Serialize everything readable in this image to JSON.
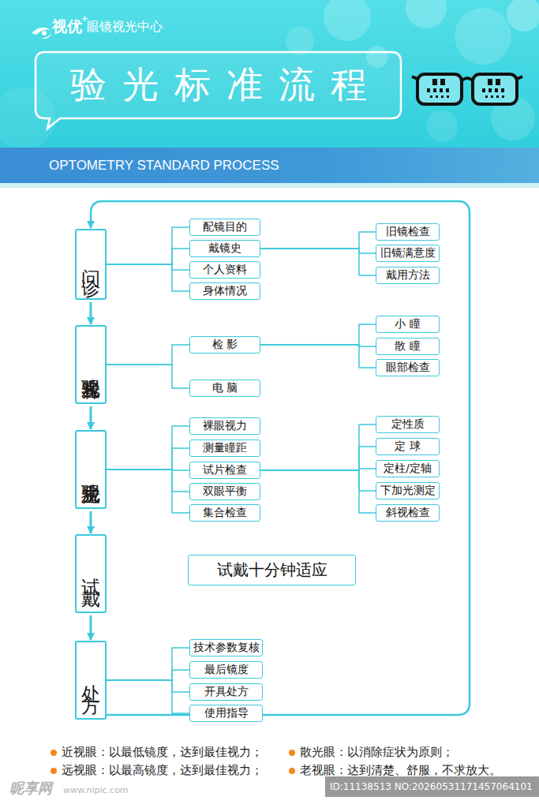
{
  "diagram": {
    "title": "验光标准流程",
    "nodes": [
      {
        "text": [
          "OPTOMETRY STANDARD PROCESS"
        ]
      },
      {
        "text": [
          "问诊"
        ]
      },
      {
        "text": [
          "配镜目的"
        ]
      },
      {
        "text": [
          "戴镜史"
        ]
      },
      {
        "text": [
          "个人资料"
        ]
      },
      {
        "text": [
          "身体情况"
        ]
      },
      {
        "text": [
          "旧镜检查"
        ]
      },
      {
        "text": [
          "旧镜满意度"
        ]
      },
      {
        "text": [
          "戴用方法"
        ]
      },
      {
        "text": [
          "客观验光"
        ]
      },
      {
        "text": [
          "检 影"
        ]
      },
      {
        "text": [
          "电 脑"
        ]
      },
      {
        "text": [
          "小 瞳"
        ]
      },
      {
        "text": [
          "散 瞳"
        ]
      },
      {
        "text": [
          "眼部检查"
        ]
      },
      {
        "text": [
          "主观验光"
        ]
      },
      {
        "text": [
          "裸眼视力"
        ]
      },
      {
        "text": [
          "测量瞳距"
        ]
      },
      {
        "text": [
          "试片检查"
        ]
      },
      {
        "text": [
          "双眼平衡"
        ]
      },
      {
        "text": [
          "集合检查"
        ]
      },
      {
        "text": [
          "定性质"
        ]
      },
      {
        "text": [
          "定 球"
        ]
      },
      {
        "text": [
          "定柱/定轴"
        ]
      },
      {
        "text": [
          "下加光测定"
        ]
      },
      {
        "text": [
          "斜视检查"
        ]
      },
      {
        "text": [
          "试戴"
        ]
      },
      {
        "text": [
          "试戴十分钟适应"
        ]
      },
      {
        "text": [
          "处方"
        ]
      },
      {
        "text": [
          "技术参数复核"
        ]
      },
      {
        "text": [
          "最后镜度"
        ]
      },
      {
        "text": [
          "开具处方"
        ]
      },
      {
        "text": [
          "使用指导"
        ]
      }
    ],
    "edges": [
      {
        "from": 1,
        "to": 9,
        "arrow": "to"
      },
      {
        "from": 9,
        "to": 15,
        "arrow": "to"
      },
      {
        "from": 15,
        "to": 26,
        "arrow": "to"
      },
      {
        "from": 26,
        "to": 28,
        "arrow": "to"
      },
      {
        "from": 28,
        "to": 1,
        "arrow": "to"
      },
      {
        "from": 1,
        "to": 2,
        "arrow": "none"
      },
      {
        "from": 1,
        "to": 3,
        "arrow": "none"
      },
      {
        "from": 1,
        "to": 4,
        "arrow": "none"
      },
      {
        "from": 1,
        "to": 5,
        "arrow": "none"
      },
      {
        "from": 3,
        "to": 6,
        "arrow": "none"
      },
      {
        "from": 3,
        "to": 7,
        "arrow": "none"
      },
      {
        "from": 3,
        "to": 8,
        "arrow": "none"
      },
      {
        "from": 9,
        "to": 10,
        "arrow": "none"
      },
      {
        "from": 9,
        "to": 11,
        "arrow": "none"
      },
      {
        "from": 10,
        "to": 12,
        "arrow": "none"
      },
      {
        "from": 10,
        "to": 13,
        "arrow": "none"
      },
      {
        "from": 10,
        "to": 14,
        "arrow": "none"
      },
      {
        "from": 15,
        "to": 16,
        "arrow": "none"
      },
      {
        "from": 15,
        "to": 17,
        "arrow": "none"
      },
      {
        "from": 15,
        "to": 18,
        "arrow": "none"
      },
      {
        "from": 15,
        "to": 19,
        "arrow": "none"
      },
      {
        "from": 15,
        "to": 20,
        "arrow": "none"
      },
      {
        "from": 18,
        "to": 21,
        "arrow": "none"
      },
      {
        "from": 18,
        "to": 22,
        "arrow": "none"
      },
      {
        "from": 18,
        "to": 23,
        "arrow": "none"
      },
      {
        "from": 18,
        "to": 24,
        "arrow": "none"
      },
      {
        "from": 18,
        "to": 25,
        "arrow": "none"
      },
      {
        "from": 28,
        "to": 29,
        "arrow": "none"
      },
      {
        "from": 28,
        "to": 30,
        "arrow": "none"
      },
      {
        "from": 28,
        "to": 31,
        "arrow": "none"
      },
      {
        "from": 28,
        "to": 32,
        "arrow": "none"
      }
    ],
    "labels": [
      "视优",
      "+",
      "眼镜视光中心",
      "近视眼：以最低镜度，达到最佳视力；",
      "散光眼：以消除症状为原则；",
      "远视眼：以最高镜度，达到最佳视力；",
      "老视眼：达到清楚、舒服，不求放大。",
      "昵享网",
      "www.nipic.com",
      "ID:11138513 NO:20260531171457064101"
    ]
  }
}
